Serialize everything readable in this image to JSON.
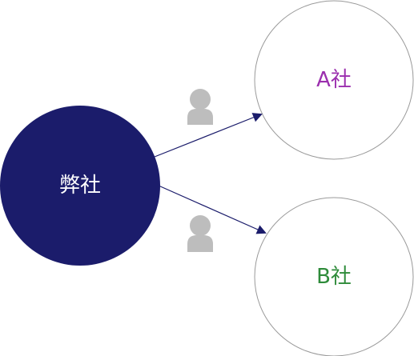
{
  "nodes": {
    "own_company": {
      "label": "弊社",
      "fill": "#1b1c6b",
      "text_color": "#ffffff"
    },
    "company_a": {
      "label": "A社",
      "fill": "#ffffff",
      "stroke": "#9a9a9a",
      "text_color": "#9b2fae"
    },
    "company_b": {
      "label": "B社",
      "fill": "#ffffff",
      "stroke": "#9a9a9a",
      "text_color": "#2e8b3a"
    }
  },
  "edges": [
    {
      "from": "own_company",
      "to": "company_a",
      "icon": "person-icon"
    },
    {
      "from": "own_company",
      "to": "company_b",
      "icon": "person-icon"
    }
  ],
  "colors": {
    "arrow": "#1b1c6b",
    "person_icon": "#bdbdbd"
  }
}
